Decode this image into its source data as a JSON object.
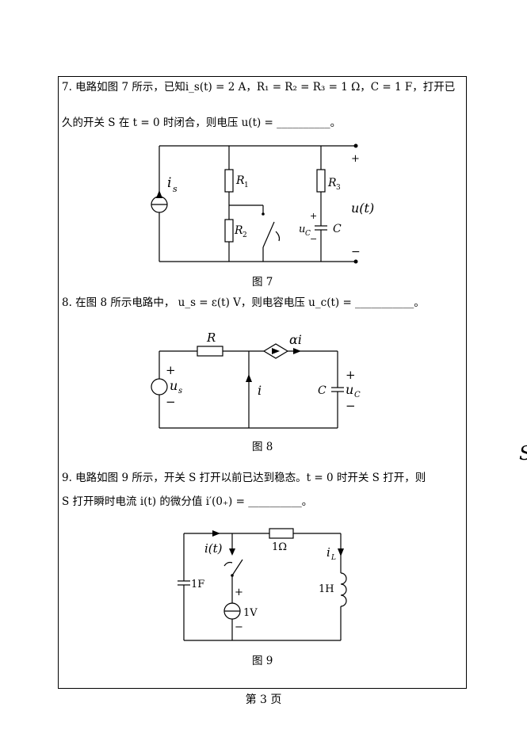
{
  "q7": {
    "line1": "7. 电路如图 7 所示，已知i_s(t) = 2 A，R₁ = R₂ = R₃ = 1 Ω，C = 1 F，打开已",
    "line2": "久的开关 S 在 t = 0 时闭合，则电压 u(t) = __________。",
    "caption": "图 7",
    "labels": {
      "is": "i",
      "is_sub": "s",
      "r1": "R",
      "r1_sub": "1",
      "r2": "R",
      "r2_sub": "2",
      "r3": "R",
      "r3_sub": "3",
      "uc": "u",
      "uc_sub": "C",
      "c": "C",
      "u": "u(t)",
      "plus": "+",
      "minus": "−"
    }
  },
  "q8": {
    "line1": "8. 在图 8 所示电路中， u_s = ε(t)  V，则电容电压 u_c(t) = ___________。",
    "caption": "图 8",
    "labels": {
      "r": "R",
      "ai": "αi",
      "us": "u",
      "us_sub": "s",
      "i": "i",
      "c": "C",
      "uc": "u",
      "uc_sub": "C",
      "plus": "+",
      "minus": "−"
    }
  },
  "q9": {
    "line1": "9. 电路如图 9 所示，开关 S 打开以前已达到稳态。t = 0 时开关 S 打开，则",
    "line2": "S 打开瞬时电流 i(t) 的微分值 i′(0₊) = __________。",
    "caption": "图 9",
    "labels": {
      "it": "i(t)",
      "r": "1Ω",
      "il": "i",
      "il_sub": "L",
      "c": "1F",
      "l": "1H",
      "v": "1V",
      "plus": "+",
      "minus": "−"
    }
  },
  "footer": "第    3    页",
  "edge_glyph": "S"
}
